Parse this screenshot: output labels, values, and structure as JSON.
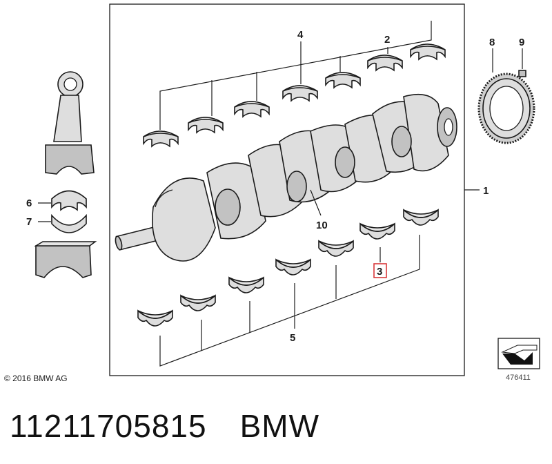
{
  "diagram": {
    "callouts": {
      "c1": "1",
      "c2": "2",
      "c3": "3",
      "c4": "4",
      "c5": "5",
      "c6": "6",
      "c7": "7",
      "c8": "8",
      "c9": "9",
      "c10": "10"
    },
    "highlighted_callout": "3",
    "highlight_color": "#d9383a",
    "copyright": "© 2016 BMW AG",
    "diagram_id": "476411"
  },
  "caption": {
    "part_number": "11211705815",
    "brand": "BMW"
  }
}
